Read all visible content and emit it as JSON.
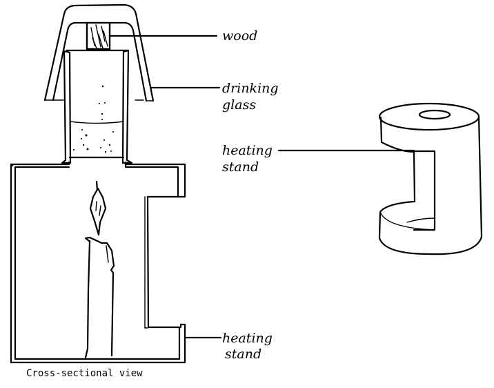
{
  "figure": {
    "caption": "Cross-sectional view",
    "labels": {
      "wood": "wood",
      "drinking_glass_line1": "drinking",
      "drinking_glass_line2": "glass",
      "heating_stand_3d_line1": "heating",
      "heating_stand_3d_line2": "stand",
      "heating_stand_section_line1": "heating",
      "heating_stand_section_line2": "stand"
    },
    "components": [
      "wood block",
      "drinking glass (inverted cover)",
      "inner glass with liquid",
      "candle with flame",
      "heating stand (cross-section)",
      "heating stand (3D view)"
    ]
  }
}
